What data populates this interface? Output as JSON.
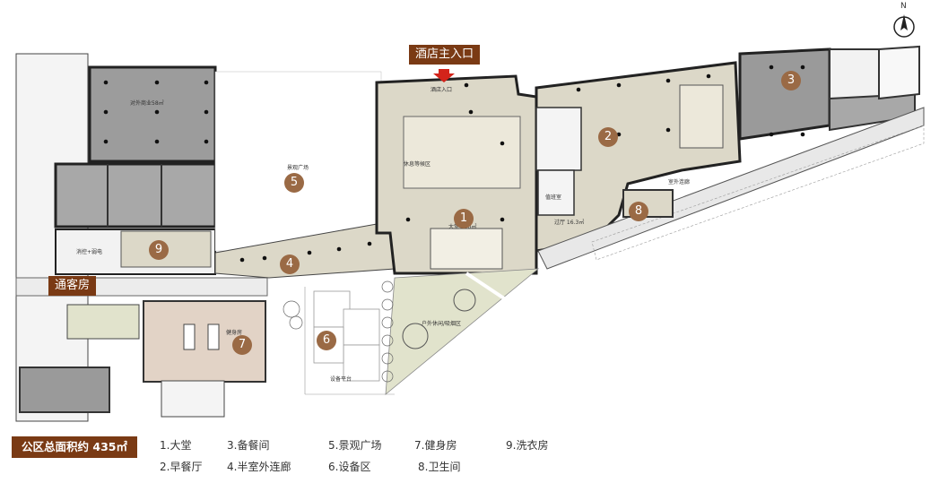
{
  "entrance_label": "酒店主入口",
  "guest_room_label": "通客房",
  "compass_label": "N",
  "area_label": "公区总面积约 435㎡",
  "legend": [
    "1.大堂",
    "2.早餐厅",
    "3.备餐间",
    "4.半室外连廊",
    "5.景观广场",
    "6.设备区",
    "7.健身房",
    "8.卫生间",
    "9.洗衣房"
  ],
  "badges": [
    "1",
    "2",
    "3",
    "4",
    "5",
    "6",
    "7",
    "8",
    "9"
  ],
  "room_labels": {
    "shop": "对外商业58㎡",
    "plaza": "景观广场",
    "lobby": "大堂 170㎡",
    "lobby_entry": "酒店入口",
    "rest_area": "休息等候区",
    "corridor": "过厅 16.3㎡",
    "duty": "值班室",
    "outdoor_corridor": "室外连廊",
    "laundry": "消控+弱电",
    "gym": "健身房",
    "equip": "设备平台",
    "outdoor_rest": "户外休闲/吸烟区"
  },
  "colors": {
    "brand": "#7a3a14",
    "badge": "#9a6a45",
    "beige": "#dcd8c8",
    "gray": "#9a9a9a",
    "wall": "#2a2a2a"
  }
}
